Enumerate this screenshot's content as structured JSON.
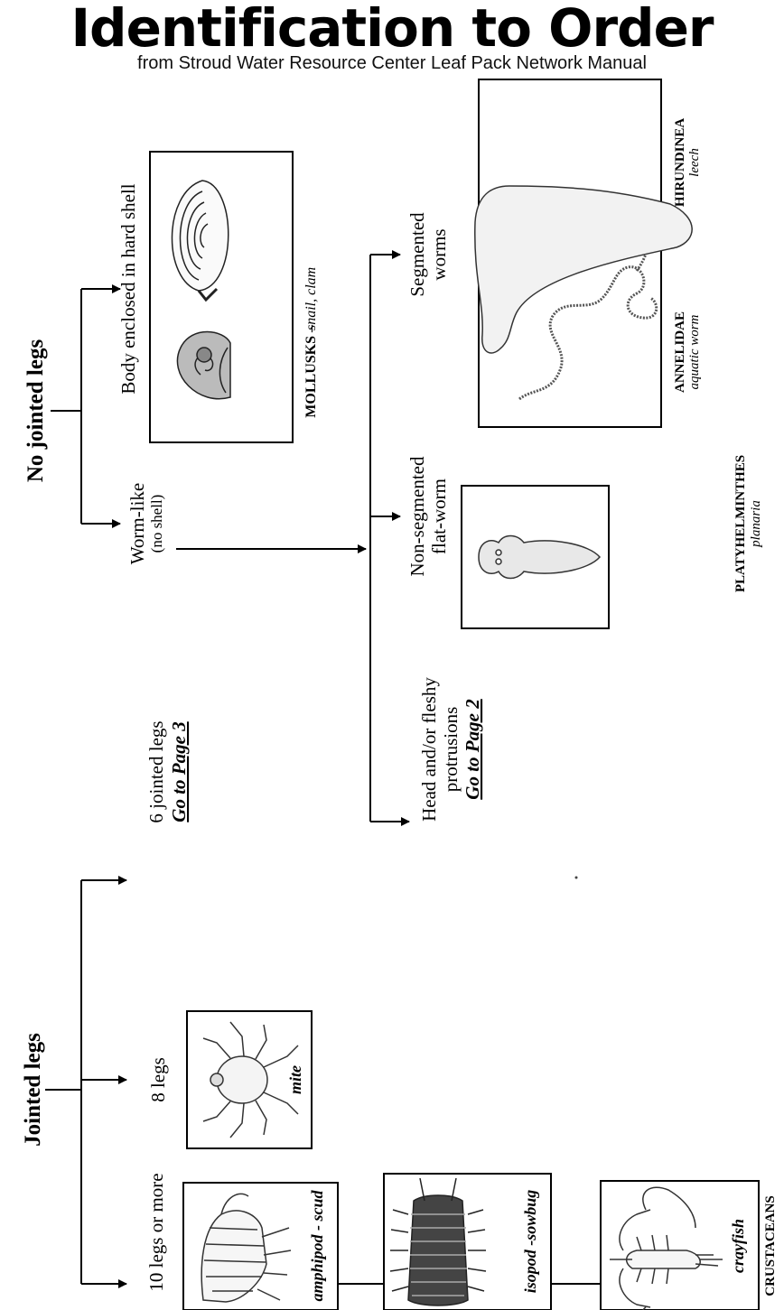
{
  "header": {
    "title": "Identification to Order",
    "subtitle": "from Stroud Water Resource Center Leaf Pack Network Manual"
  },
  "key": {
    "no_jointed_legs": "No jointed legs",
    "jointed_legs": "Jointed legs",
    "body_enclosed": "Body enclosed in hard shell",
    "worm_like": "Worm-like",
    "no_shell": "(no shell)",
    "segmented_1": "Segmented",
    "segmented_2": "worms",
    "nonseg_1": "Non-segmented",
    "nonseg_2": "flat-worm",
    "head_1": "Head and/or fleshy",
    "head_2": "protrusions",
    "go_page_2": "Go to Page 2",
    "six_legs": "6 jointed legs",
    "go_page_3": "Go to Page 3",
    "eight_legs": "8 legs",
    "ten_legs": "10 legs or more"
  },
  "organisms": {
    "mollusks_name": "MOLLUSKS –",
    "mollusks_common": "snail, clam",
    "annelidae_name": "ANNELIDAE",
    "annelidae_common": "aquatic worm",
    "hirudinea_name": "HIRUNDINEA",
    "hirudinea_common": "leech",
    "platy_name": "PLATYHELMINTHES",
    "platy_common": "planaria",
    "mite": "mite",
    "amphipod": "amphipod  - scud",
    "isopod": "isopod -sowbug",
    "crayfish": "crayfish",
    "crustaceans": "CRUSTACEANS"
  }
}
